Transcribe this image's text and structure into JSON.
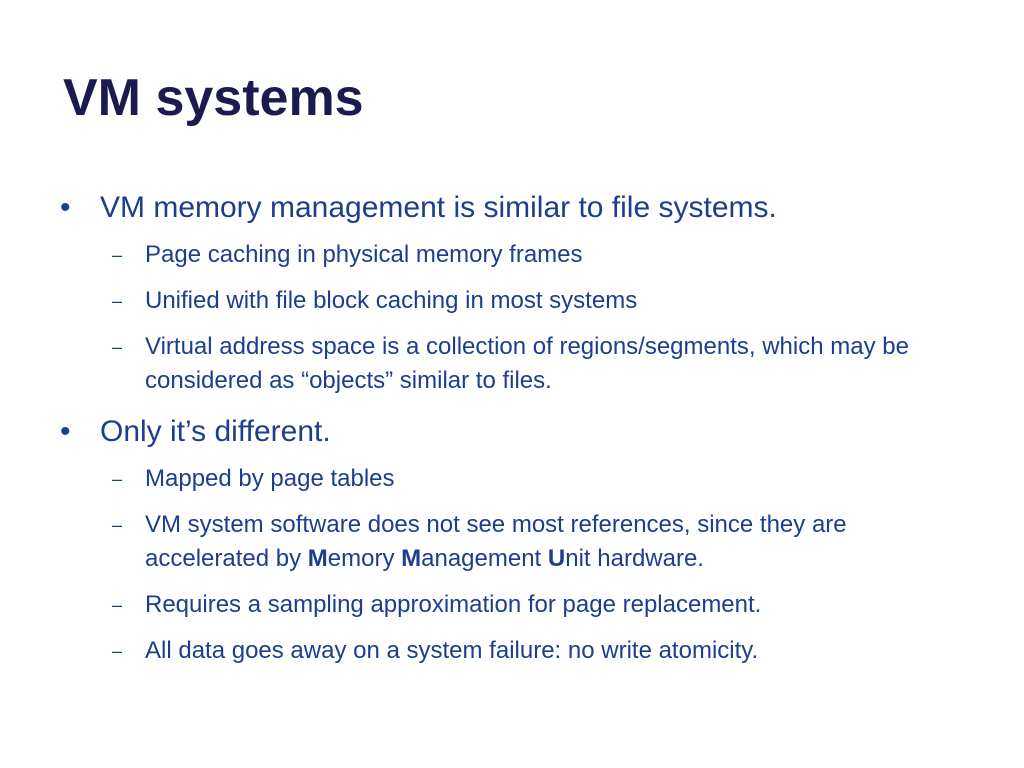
{
  "title": "VM systems",
  "symbols": {
    "bullet": "•",
    "dash": "–"
  },
  "bullets": [
    {
      "text": "VM memory management is similar to file systems.",
      "sub": [
        "Page caching in physical memory frames",
        "Unified with file block caching in most systems",
        "Virtual address space is a collection of regions/segments, which may be considered as “objects” similar to files."
      ]
    },
    {
      "text": "Only it’s different.",
      "sub": [
        "Mapped by page tables",
        {
          "parts": [
            {
              "text": "VM system software does not see most references, since they are accelerated by ",
              "bold": false
            },
            {
              "text": "M",
              "bold": true
            },
            {
              "text": "emory ",
              "bold": false
            },
            {
              "text": "M",
              "bold": true
            },
            {
              "text": "anagement ",
              "bold": false
            },
            {
              "text": "U",
              "bold": true
            },
            {
              "text": "nit hardware.",
              "bold": false
            }
          ]
        },
        "Requires a sampling approximation for page replacement.",
        "All data goes away on a system failure: no write atomicity."
      ]
    }
  ],
  "colors": {
    "title": "#1b1b4f",
    "body": "#1c3e8e"
  }
}
